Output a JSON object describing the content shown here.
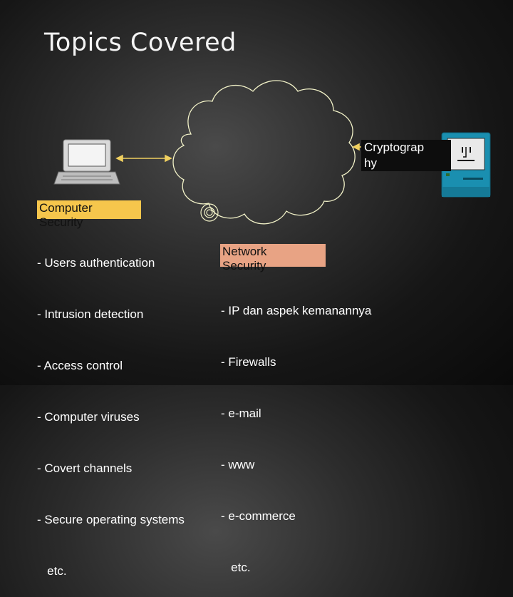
{
  "slide": {
    "title": "Topics Covered"
  },
  "labels": {
    "computer_security": "Computer Security",
    "network_security": "Network Security",
    "cryptography": "Cryptograp hy"
  },
  "computer_security_items": [
    "- Users authentication",
    "- Intrusion detection",
    "- Access control",
    "- Computer viruses",
    "- Covert channels",
    "- Secure operating systems",
    "   etc."
  ],
  "network_security_items": [
    "- IP dan aspek kemanannya",
    "- Firewalls",
    "- e-mail",
    "- www",
    "- e-commerce",
    "   etc."
  ],
  "icons": [
    "computer-icon",
    "network-cloud-icon",
    "macintosh-icon",
    "arrow-icon"
  ],
  "colors": {
    "computer_security_box": "#f6c64c",
    "network_security_box": "#e8a384",
    "arrow": "#f0d060"
  }
}
